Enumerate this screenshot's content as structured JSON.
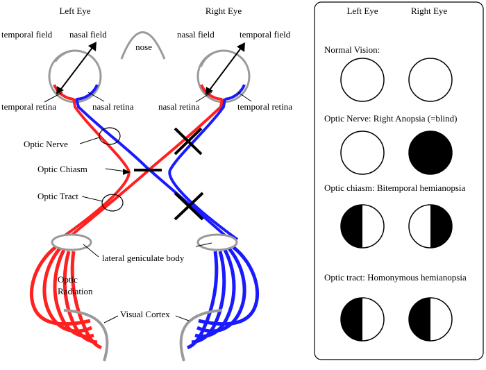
{
  "diagram": {
    "left_eye_label": "Left Eye",
    "right_eye_label": "Right Eye",
    "nose": "nose",
    "left_temporal_field": "temporal field",
    "left_nasal_field": "nasal field",
    "right_nasal_field": "nasal field",
    "right_temporal_field": "temporal field",
    "left_temporal_retina": "temporal retina",
    "left_nasal_retina": "nasal retina",
    "right_nasal_retina": "nasal retina",
    "right_temporal_retina": "temporal retina",
    "optic_nerve": "Optic Nerve",
    "optic_chiasm": "Optic Chiasm",
    "optic_tract": "Optic Tract",
    "lgb": "lateral geniculate body",
    "optic_radiation_1": "Optic",
    "optic_radiation_2": "Radiation",
    "visual_cortex": "Visual Cortex"
  },
  "legend": {
    "left_eye_label": "Left Eye",
    "right_eye_label": "Right Eye",
    "rows": [
      {
        "title": "Normal Vision:"
      },
      {
        "title": "Optic Nerve: Right Anopsia (=blind)"
      },
      {
        "title": "Optic chiasm: Bitemporal hemianopsia"
      },
      {
        "title": "Optic tract: Homonymous hemianopsia"
      }
    ]
  },
  "colors": {
    "temporal_pathway": "#ff2020",
    "nasal_pathway": "#1a1aff",
    "structure_gray": "#9a9a9a",
    "lesion": "#000000"
  }
}
